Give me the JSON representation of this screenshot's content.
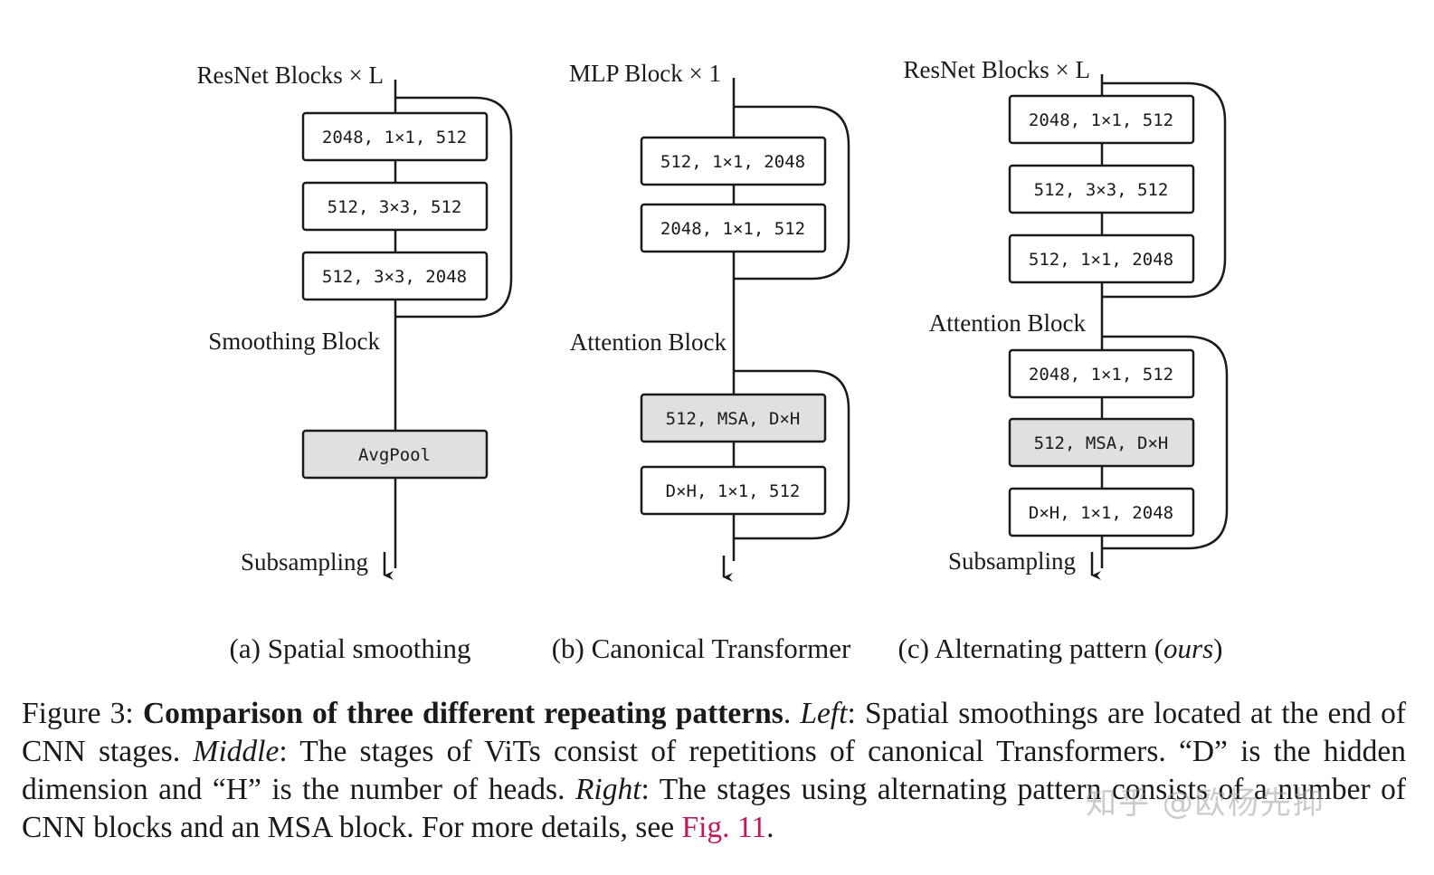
{
  "panels": [
    {
      "top_label": "ResNet Blocks × L",
      "boxes": [
        "2048, 1×1, 512",
        "512, 3×3, 512",
        "512, 3×3, 2048"
      ],
      "mid_label": "Smoothing Block",
      "mid_boxes": [
        "AvgPool"
      ],
      "bottom_label": "Subsampling",
      "caption": "(a) Spatial smoothing"
    },
    {
      "top_label": "MLP Block × 1",
      "boxes": [
        "512, 1×1, 2048",
        "2048, 1×1, 512"
      ],
      "mid_label": "Attention Block",
      "mid_boxes": [
        "512, MSA, D×H",
        "D×H, 1×1, 512"
      ],
      "caption": "(b) Canonical Transformer"
    },
    {
      "top_label": "ResNet Blocks × L",
      "boxes": [
        "2048, 1×1, 512",
        "512, 3×3, 512",
        "512, 1×1, 2048"
      ],
      "mid_label": "Attention Block",
      "mid_boxes": [
        "2048, 1×1, 512",
        "512, MSA, D×H",
        "D×H, 1×1, 2048"
      ],
      "bottom_label": "Subsampling",
      "caption_prefix": "(c) Alternating pattern (",
      "caption_italic": "ours",
      "caption_suffix": ")"
    }
  ],
  "caption": {
    "figure_label": "Figure 3: ",
    "bold_title": "Comparison of three different repeating patterns",
    "period": ". ",
    "left_label": "Left",
    "left_text": ": Spatial smoothings are located at the end of CNN stages. ",
    "middle_label": "Middle",
    "middle_text": ": The stages of ViTs consist of repetitions of canonical Transformers. “D” is the hidden dimension and “H” is the number of heads. ",
    "right_label": "Right",
    "right_text": ": The stages using alternating pattern consists of a number of CNN blocks and an MSA block. For more details, see ",
    "ref": "Fig. 11",
    "end": "."
  },
  "watermark": "知乎 @欧杨先抑",
  "colors": {
    "box_plain": "#ffffff",
    "box_shaded": "#e0e0e0",
    "stroke": "#1a1a1a",
    "reference": "#c2185b"
  }
}
